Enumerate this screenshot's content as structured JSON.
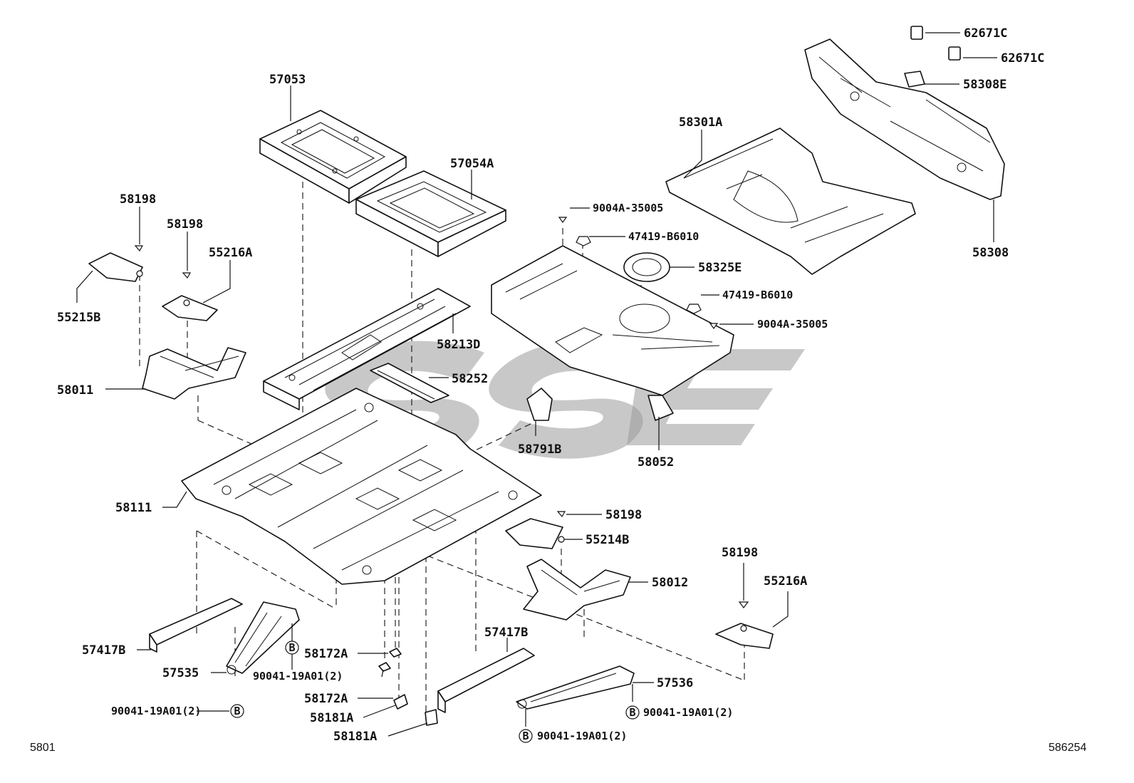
{
  "diagram": {
    "labels": {
      "p57053": "57053",
      "p57054A": "57054A",
      "p58198_a": "58198",
      "p58198_b": "58198",
      "p55216A_a": "55216A",
      "p55215B": "55215B",
      "p58011": "58011",
      "p58213D": "58213D",
      "p58252": "58252",
      "p58111": "58111",
      "p58791B": "58791B",
      "p58052": "58052",
      "p9004A_a": "9004A-35005",
      "p47419_a": "47419-B6010",
      "p58325E": "58325E",
      "p47419_b": "47419-B6010",
      "p9004A_b": "9004A-35005",
      "p58301A": "58301A",
      "p62671C_a": "62671C",
      "p62671C_b": "62671C",
      "p58308E": "58308E",
      "p58308": "58308",
      "p58198_c": "58198",
      "p55214B": "55214B",
      "p58012": "58012",
      "p58198_d": "58198",
      "p55216A_b": "55216A",
      "p57417B_a": "57417B",
      "p57535": "57535",
      "p90041_a": "90041-19A01(2)",
      "p90041_b": "90041-19A01(2)",
      "p58172A_a": "58172A",
      "p58172A_b": "58172A",
      "p58181A_a": "58181A",
      "p58181A_b": "58181A",
      "p57417B_b": "57417B",
      "p57536": "57536",
      "p90041_c": "90041-19A01(2)",
      "p90041_d": "90041-19A01(2)",
      "callout_B": "B"
    },
    "corner_left": "5801",
    "corner_right": "586254"
  }
}
